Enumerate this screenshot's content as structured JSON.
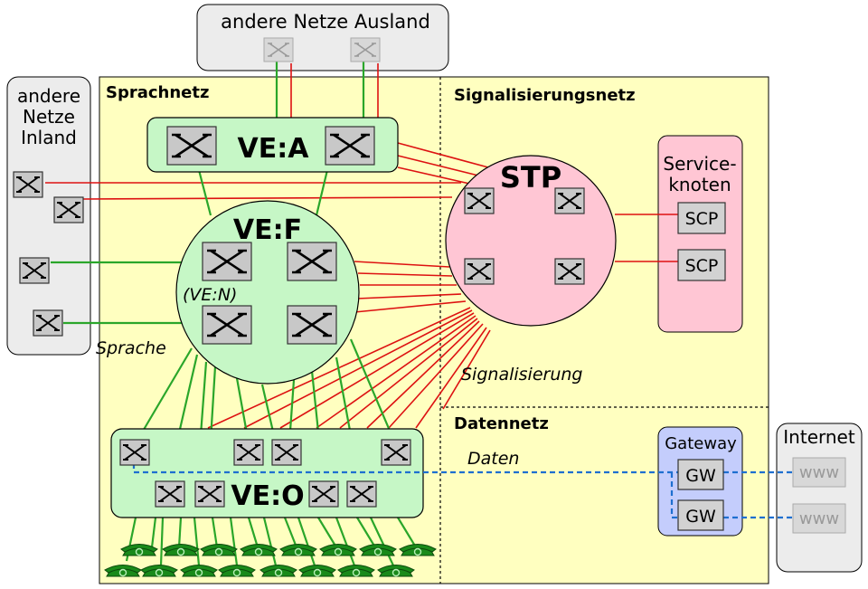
{
  "regions": {
    "voice_net": "Sprachnetz",
    "signaling_net": "Signalisierungsnetz",
    "data_net": "Datennetz",
    "foreign_nets": "andere Netze Ausland",
    "domestic_nets_line1": "andere",
    "domestic_nets_line2": "Netze",
    "domestic_nets_line3": "Inland",
    "internet": "Internet"
  },
  "nodes": {
    "ve_a": "VE:A",
    "ve_f": "VE:F",
    "ve_n": "(VE:N)",
    "ve_o": "VE:O",
    "stp": "STP",
    "service_line1": "Service-",
    "service_line2": "knoten",
    "scp": "SCP",
    "gateway": "Gateway",
    "gw": "GW",
    "www": "www"
  },
  "link_labels": {
    "voice": "Sprache",
    "signaling": "Signalisierung",
    "data": "Daten"
  },
  "colors": {
    "voice_link": "#2aa62a",
    "signaling_link": "#dd1111",
    "data_link": "#1e6fd0",
    "yellow_area": "#ffffc0",
    "green_node": "#c6f7c6",
    "pink_node": "#ffc6d4",
    "blue_node": "#c4cdfc",
    "grey_area": "#ececec",
    "switch_fill": "#c8c8c8",
    "telephone": "#1a8a1a"
  },
  "icons": {
    "switch": "switch-x-icon",
    "phone": "telephone-icon"
  }
}
